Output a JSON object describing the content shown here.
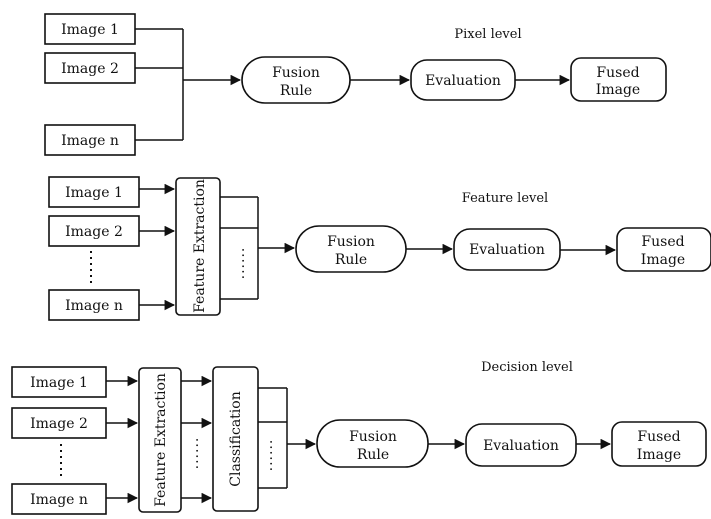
{
  "pixel_level": {
    "title": "Pixel level",
    "inputs": [
      "Image 1",
      "Image 2",
      "Image n"
    ],
    "fusion_rule": [
      "Fusion",
      "Rule"
    ],
    "evaluation": "Evaluation",
    "fused_image": [
      "Fused",
      "Image"
    ]
  },
  "feature_level": {
    "title": "Feature level",
    "inputs": [
      "Image 1",
      "Image 2",
      "Image n"
    ],
    "feature_extraction": "Feature Extraction",
    "fusion_rule": [
      "Fusion",
      "Rule"
    ],
    "evaluation": "Evaluation",
    "fused_image": [
      "Fused",
      "Image"
    ],
    "ellipsis": "......"
  },
  "decision_level": {
    "title": "Decision level",
    "inputs": [
      "Image 1",
      "Image 2",
      "Image n"
    ],
    "feature_extraction": "Feature Extraction",
    "classification": "Classification",
    "fusion_rule": [
      "Fusion",
      "Rule"
    ],
    "evaluation": "Evaluation",
    "fused_image": [
      "Fused",
      "Image"
    ],
    "ellipsis": "......"
  }
}
